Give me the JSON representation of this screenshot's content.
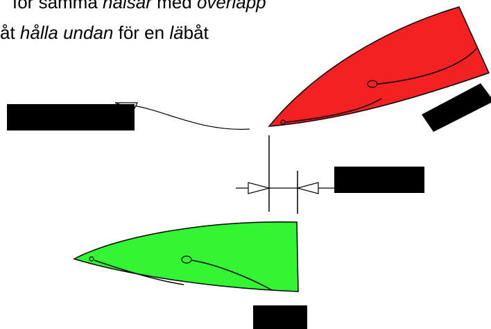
{
  "caption": {
    "line1_parts": [
      {
        "text": "för samma ",
        "italic": false
      },
      {
        "text": "halsar",
        "italic": true
      },
      {
        "text": " med ",
        "italic": false
      },
      {
        "text": "överlapp",
        "italic": true
      }
    ],
    "line2_parts": [
      {
        "text": "åt ",
        "italic": false
      },
      {
        "text": "hålla undan",
        "italic": true
      },
      {
        "text": " för en ",
        "italic": false
      },
      {
        "text": "lä",
        "italic": true
      },
      {
        "text": "båt",
        "italic": false
      }
    ]
  },
  "boats": [
    {
      "id": "windward-boat",
      "fill": "#f32121"
    },
    {
      "id": "leeward-boat",
      "fill": "#33f533"
    }
  ],
  "colors": {
    "line": "#000000",
    "redaction": "#000000"
  }
}
